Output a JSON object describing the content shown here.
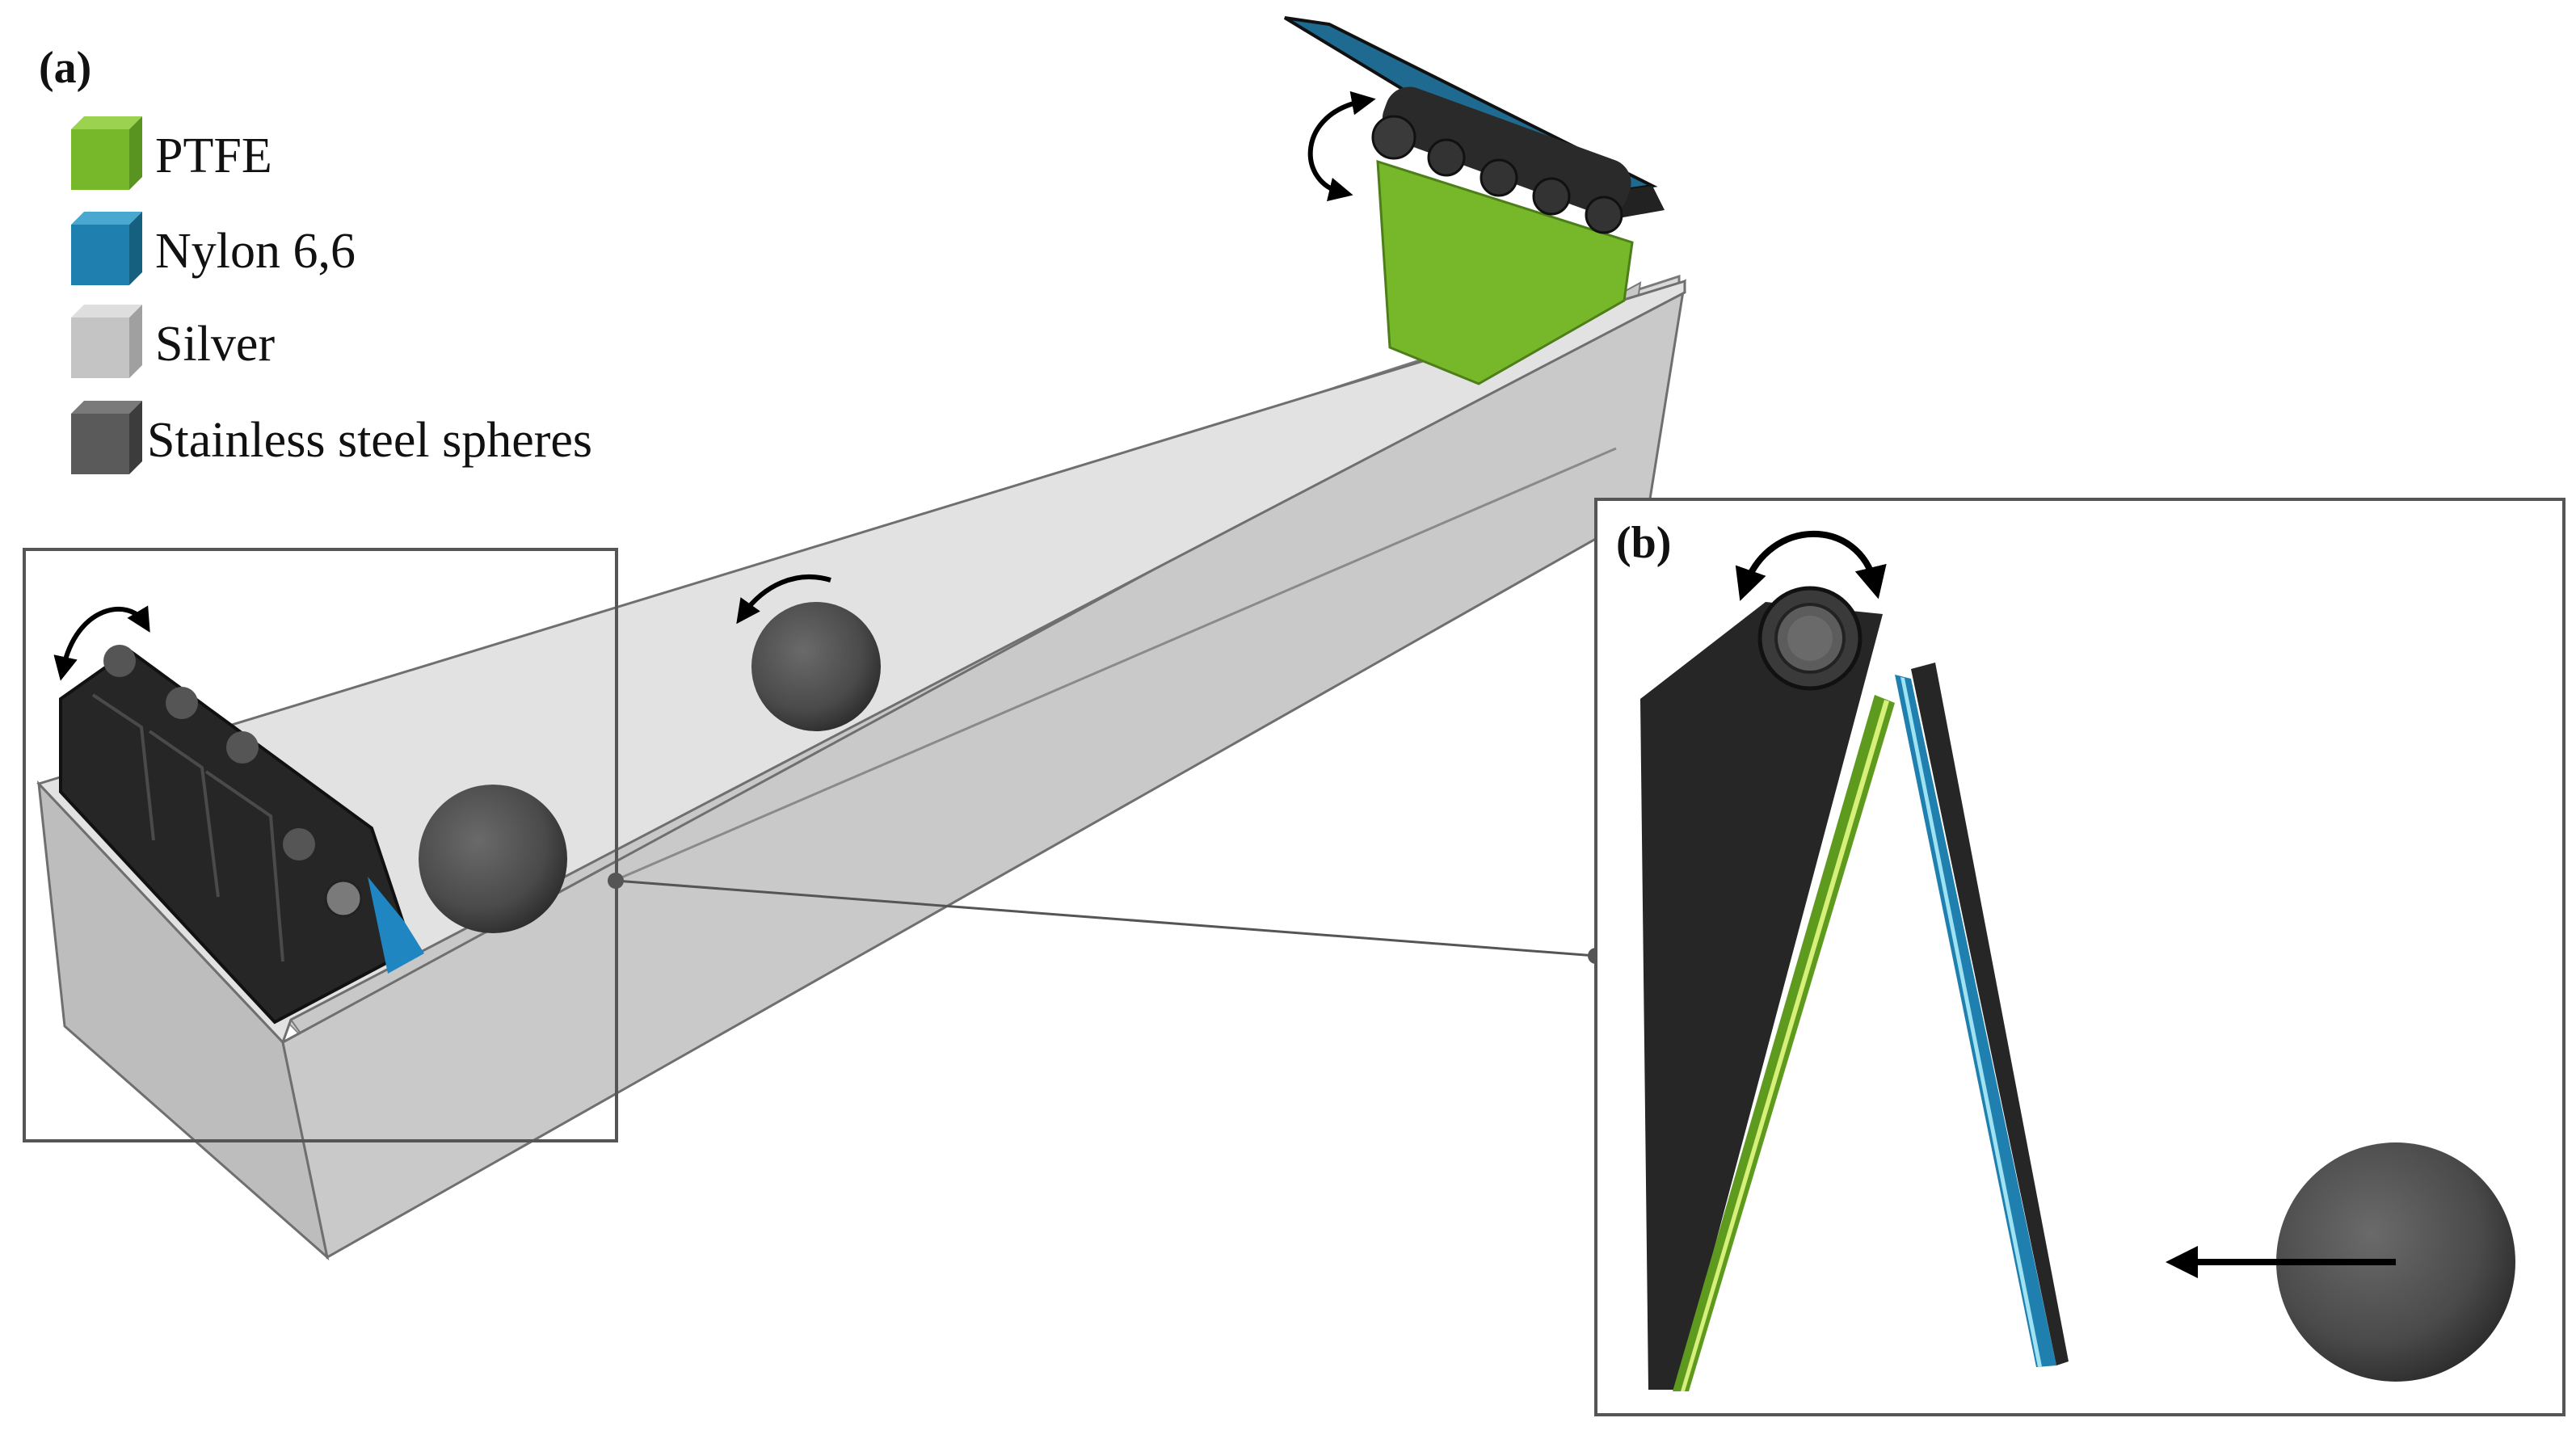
{
  "panels": {
    "a": "(a)",
    "b": "(b)"
  },
  "legend": [
    {
      "label": "PTFE",
      "color": "#76b82a",
      "side": "#5a9420",
      "top": "#9bd24f"
    },
    {
      "label": "Nylon 6,6",
      "color": "#1f7fae",
      "side": "#16607f",
      "top": "#4aa7d0"
    },
    {
      "label": "Silver",
      "color": "#c4c4c4",
      "side": "#a0a0a0",
      "top": "#dedede"
    },
    {
      "label": "Stainless steel spheres",
      "color": "#5a5a5a",
      "side": "#3c3c3c",
      "top": "#7a7a7a"
    }
  ]
}
